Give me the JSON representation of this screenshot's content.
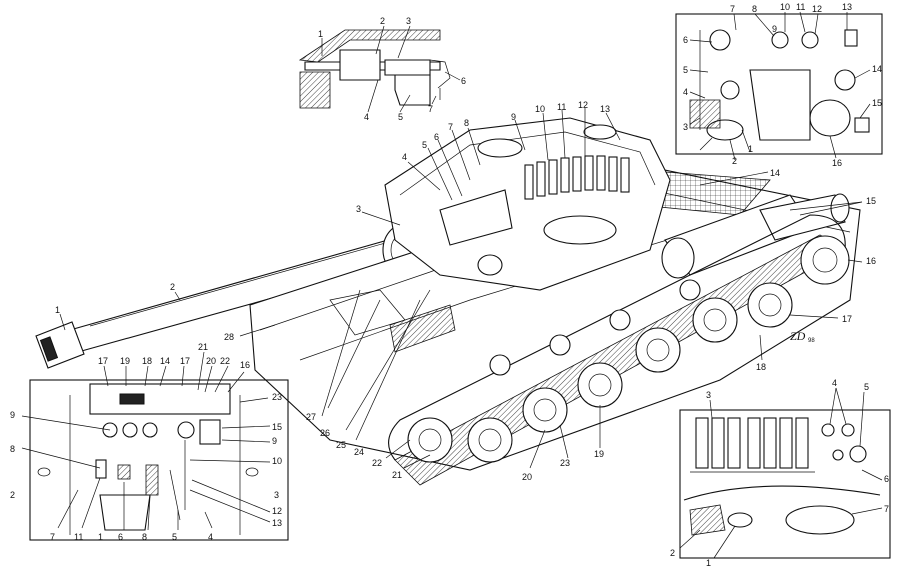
{
  "main": {
    "callouts": [
      "1",
      "2",
      "3",
      "4",
      "5",
      "6",
      "7",
      "8",
      "9",
      "10",
      "11",
      "12",
      "13",
      "14",
      "15",
      "16",
      "17",
      "18",
      "19",
      "20",
      "21",
      "22",
      "23",
      "24",
      "25",
      "26",
      "27",
      "28"
    ],
    "signature": "ZD",
    "signature_year": "98"
  },
  "inset_gun_breech": {
    "callouts": [
      "1",
      "2",
      "3",
      "4",
      "5",
      "6",
      "7"
    ]
  },
  "inset_turret_interior": {
    "callouts": [
      "1",
      "2",
      "3",
      "4",
      "5",
      "6",
      "7",
      "8",
      "9",
      "10",
      "11",
      "12",
      "13",
      "14",
      "15",
      "16"
    ]
  },
  "inset_driver_compartment": {
    "callouts": [
      "1",
      "2",
      "3",
      "4",
      "5",
      "6",
      "7",
      "8",
      "9",
      "10",
      "11",
      "12",
      "13",
      "14",
      "15",
      "16",
      "17",
      "18",
      "19",
      "20",
      "21",
      "22",
      "23"
    ]
  },
  "inset_ammo_rack": {
    "callouts": [
      "1",
      "2",
      "3",
      "4",
      "5",
      "6",
      "7"
    ]
  }
}
